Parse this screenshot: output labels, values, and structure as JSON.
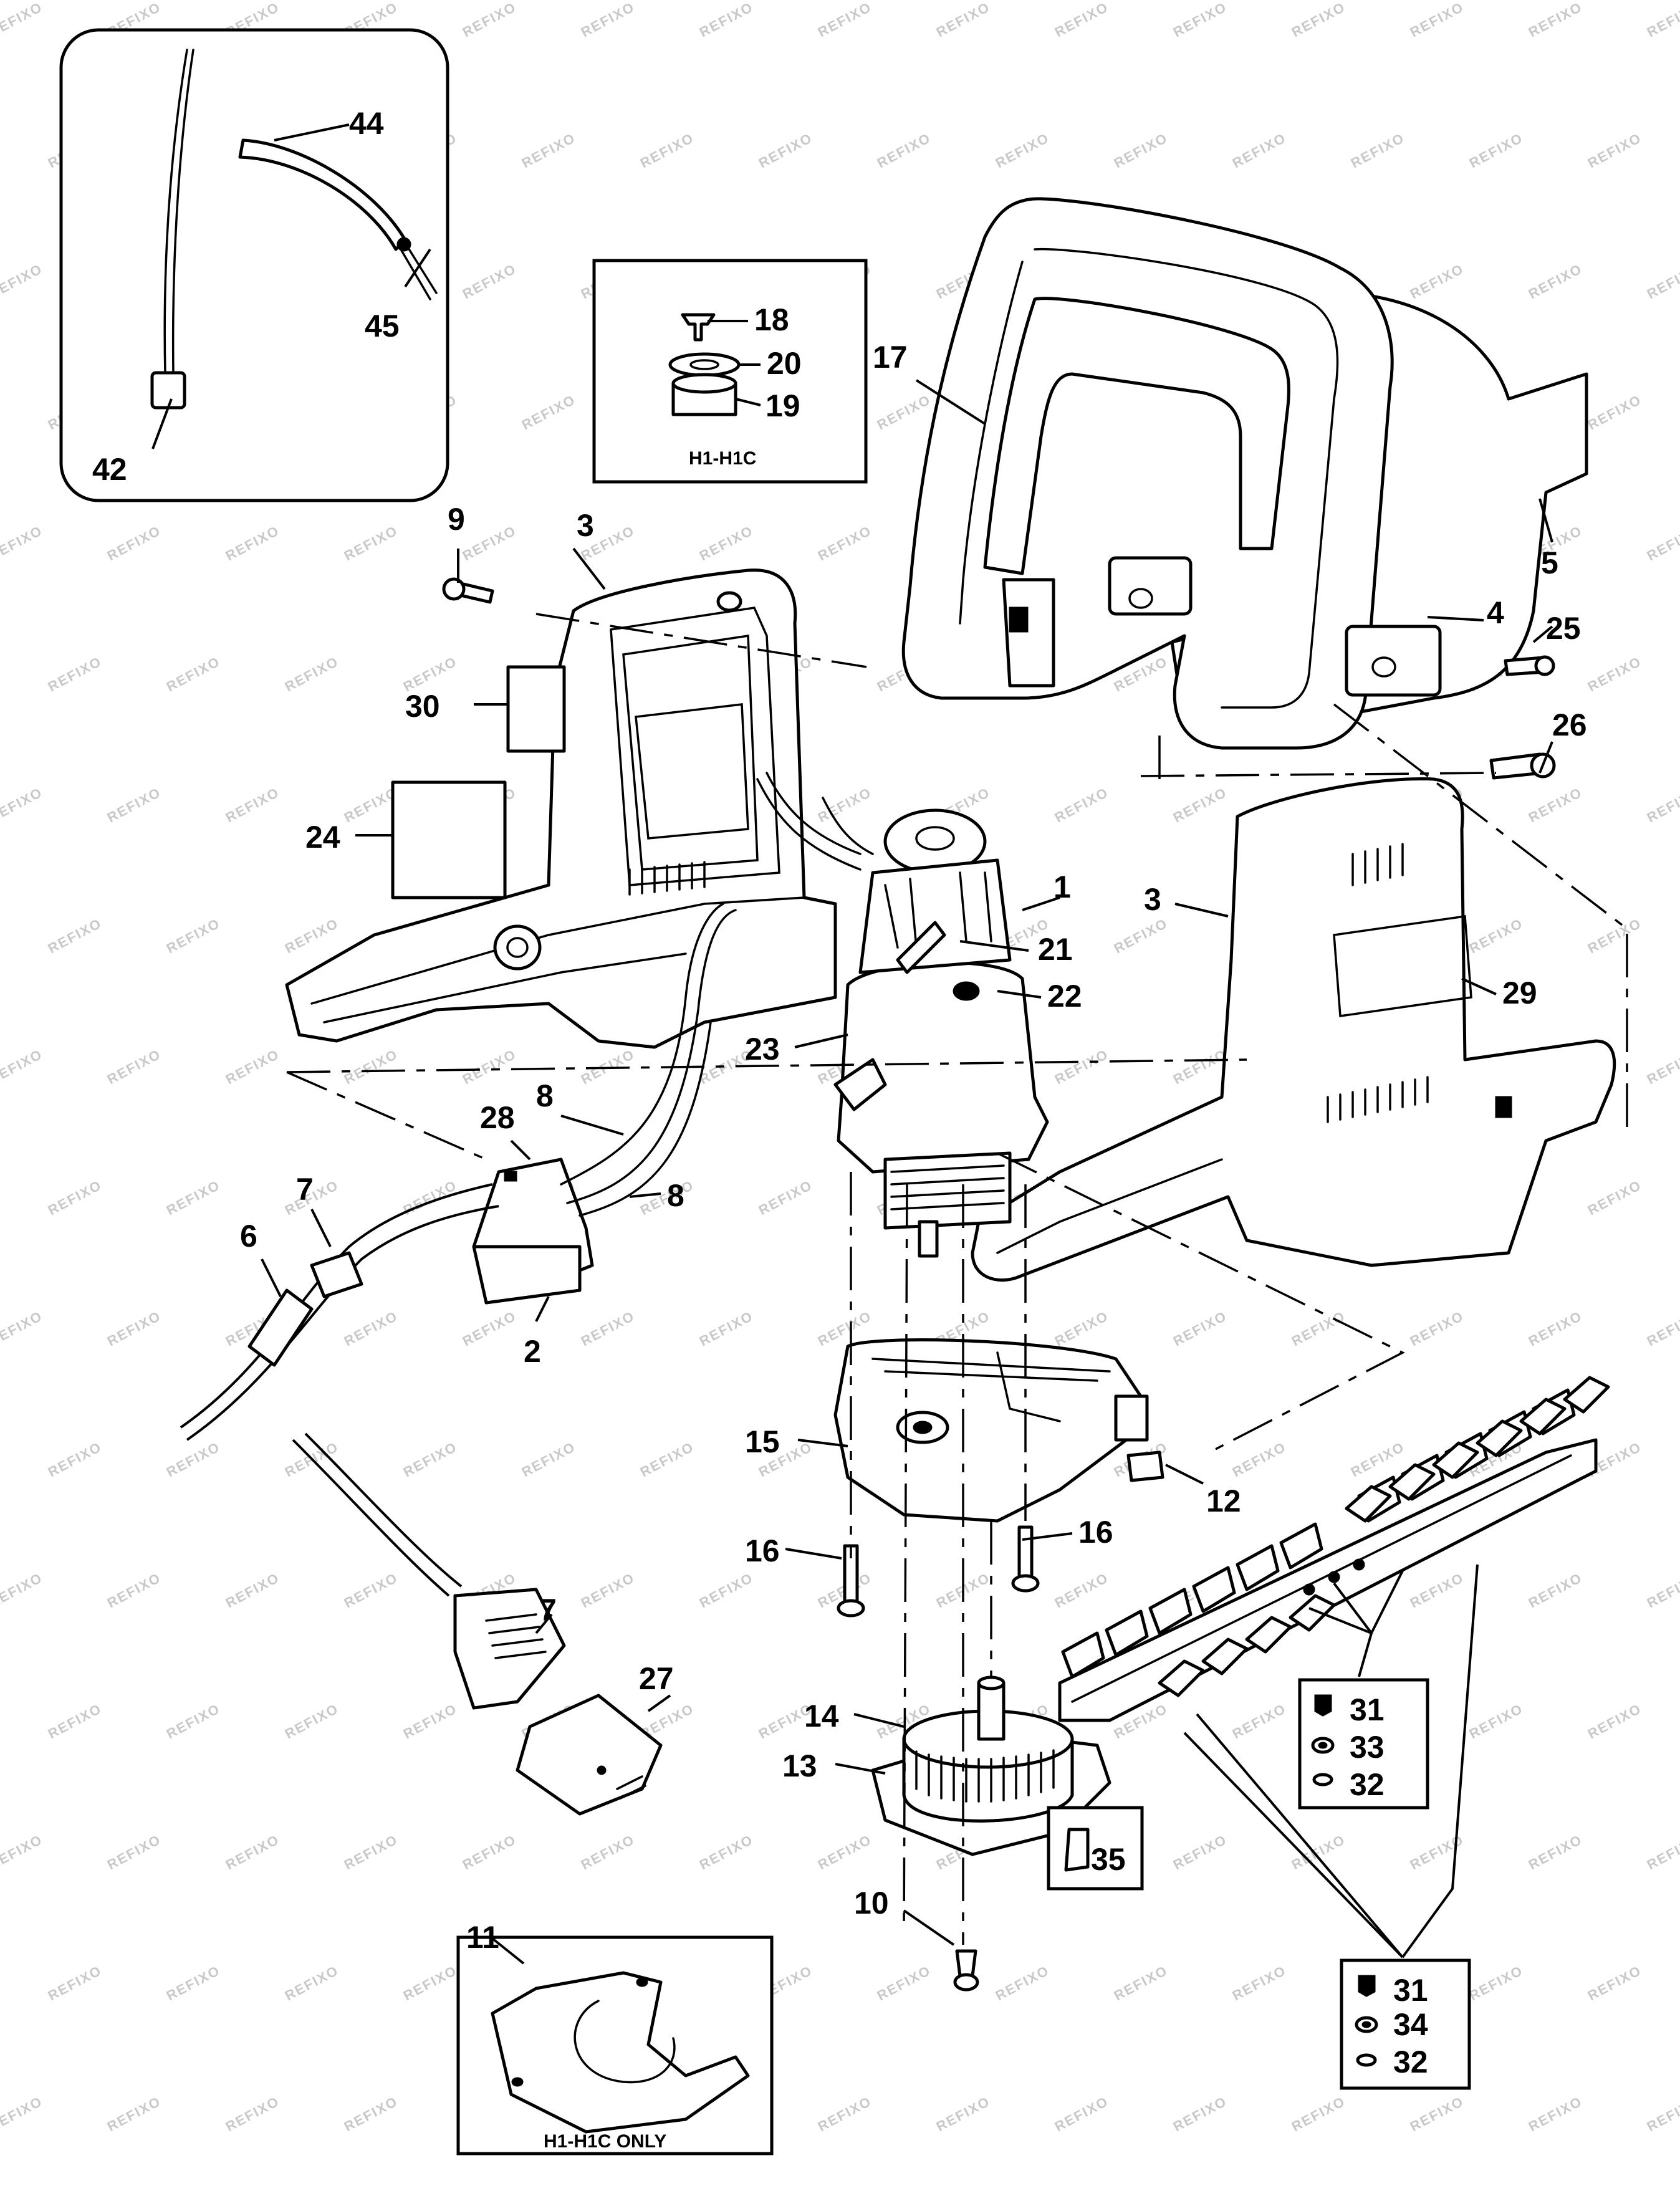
{
  "watermark": "REFIXO",
  "captions": {
    "inset_top": "H1-H1C",
    "inset_bottom": "H1-H1C ONLY"
  },
  "labels": {
    "n42": "42",
    "n44": "44",
    "n45": "45",
    "n18": "18",
    "n20": "20",
    "n19": "19",
    "n17": "17",
    "n5": "5",
    "n4": "4",
    "n25": "25",
    "n26": "26",
    "n9": "9",
    "n3a": "3",
    "n30": "30",
    "n24": "24",
    "n1": "1",
    "n21": "21",
    "n22": "22",
    "n23": "23",
    "n3b": "3",
    "n29": "29",
    "n28": "28",
    "n8a": "8",
    "n8b": "8",
    "n7a": "7",
    "n6": "6",
    "n2": "2",
    "n15": "15",
    "n12": "12",
    "n16a": "16",
    "n16b": "16",
    "n7b": "7",
    "n27": "27",
    "n14": "14",
    "n13": "13",
    "n35": "35",
    "n10": "10",
    "n11": "11",
    "n31a": "31",
    "n33": "33",
    "n32a": "32",
    "n31b": "31",
    "n34": "34",
    "n32b": "32"
  }
}
